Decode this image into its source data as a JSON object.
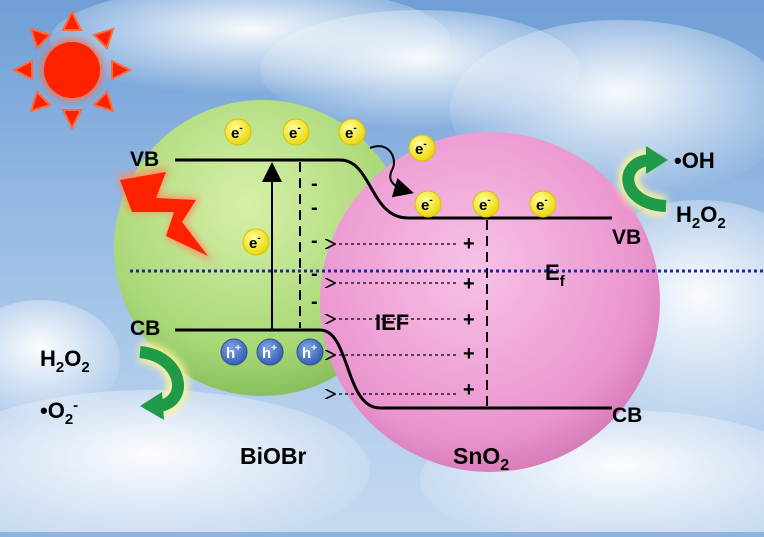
{
  "diagram": {
    "band_labels": {
      "left_vb": "VB",
      "left_cb": "CB",
      "right_vb": "VB",
      "right_cb": "CB",
      "fermi": "E",
      "fermi_sub": "f"
    },
    "field_label": "IEF",
    "materials": {
      "left": "BiOBr",
      "right_main": "SnO",
      "right_sub": "2"
    },
    "electron": "e",
    "hole": "h",
    "charge_minus": "-",
    "charge_plus": "+",
    "left_reaction": {
      "reactant_main": "H",
      "reactant_sub": "2",
      "reactant_tail": "O",
      "reactant_sub2": "2",
      "product_main": "•O",
      "product_sub": "2",
      "product_sup": "-"
    },
    "right_reaction": {
      "reactant_main": "H",
      "reactant_sub": "2",
      "reactant_tail": "O",
      "reactant_sub2": "2",
      "product": "•OH"
    },
    "colors": {
      "sky": "#8fb3de",
      "biobr_sphere": "#b8e07e",
      "sno2_sphere": "#ee9fd2",
      "electron": "#f2e600",
      "hole": "#3f6fc0",
      "fermi_line": "#1a2a9a",
      "sun": "#ff2200",
      "arrow_green": "#1f9a48",
      "lightning": "#ff2200"
    }
  }
}
